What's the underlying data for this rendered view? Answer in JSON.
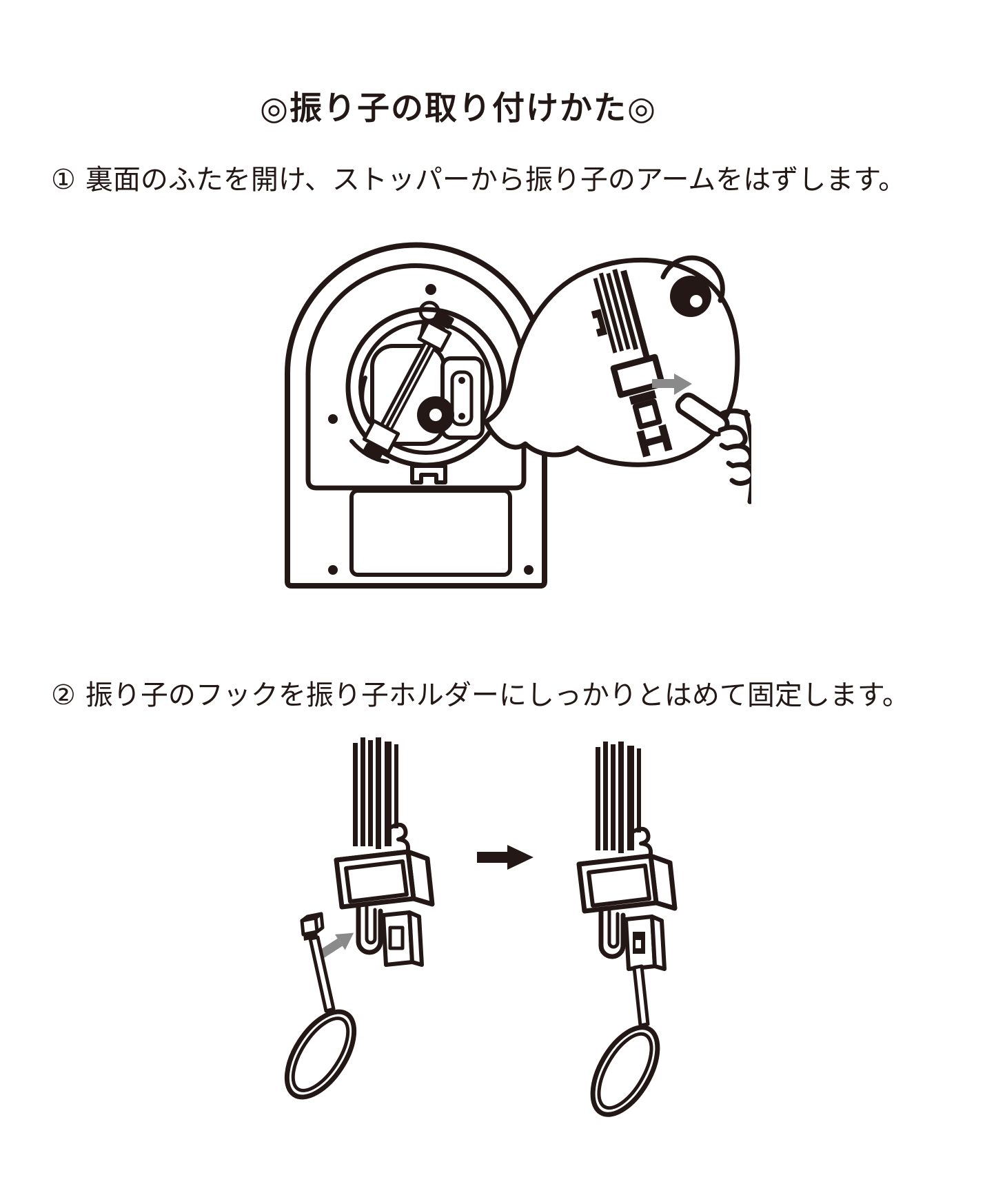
{
  "page": {
    "title": "◎振り子の取り付けかた◎",
    "steps": [
      {
        "number": "①",
        "text": "裏面のふたを開け、ストッパーから振り子のアームをはずします。"
      },
      {
        "number": "②",
        "text": "振り子のフックを振り子ホルダーにしっかりとはめて固定します。"
      }
    ]
  },
  "colors": {
    "ink": "#231815",
    "arrow_gray": "#8a8a8a",
    "background": "#ffffff"
  },
  "icons": {
    "step_transition_arrow": "➡",
    "remove_direction_arrow": "➡",
    "insert_direction_arrow": "➚"
  }
}
